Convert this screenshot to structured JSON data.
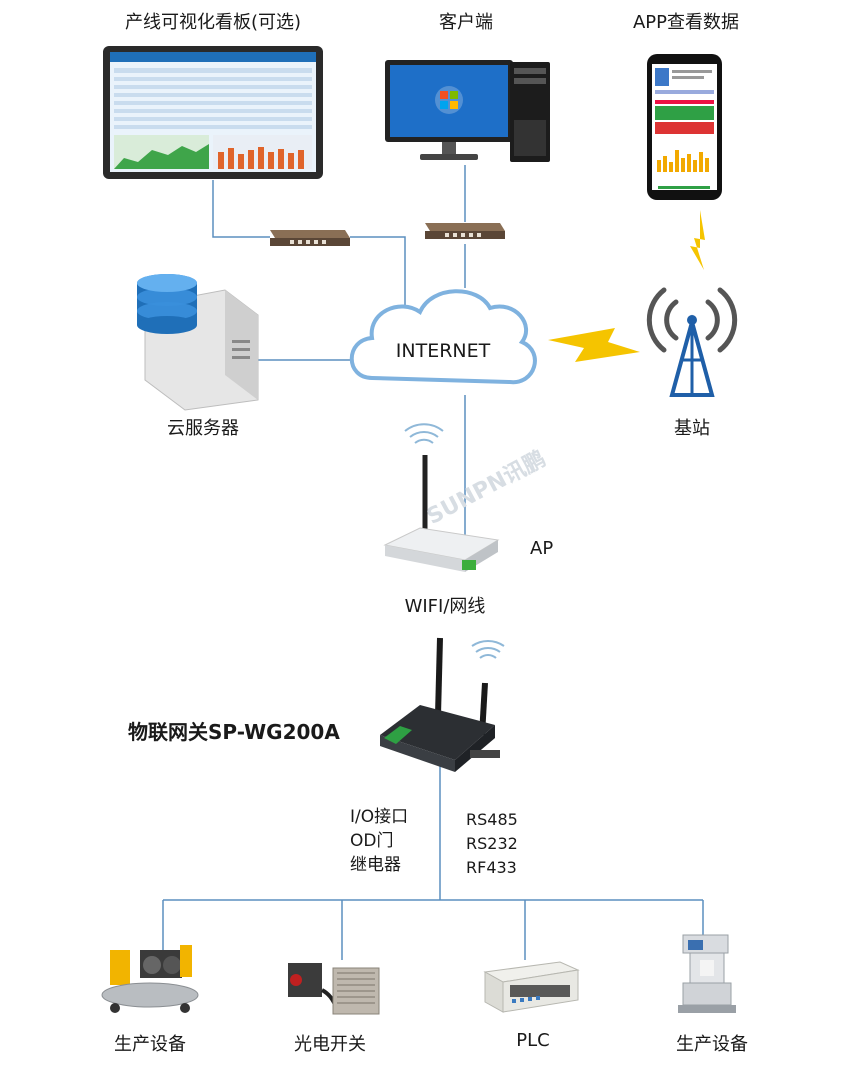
{
  "labels": {
    "kanban": "产线可视化看板(可选)",
    "client": "客户端",
    "app": "APP查看数据",
    "cloud_server": "云服务器",
    "internet": "INTERNET",
    "base_station": "基站",
    "ap": "AP",
    "wifi": "WIFI/网线",
    "gateway": "物联网关SP-WG200A",
    "io_lines": [
      "I/O接口",
      "OD门",
      "继电器"
    ],
    "serial_lines": [
      "RS485",
      "RS232",
      "RF433"
    ],
    "device1": "生产设备",
    "device2": "光电开关",
    "device3": "PLC",
    "device4": "生产设备",
    "watermark": "SUNPN讯鹏"
  },
  "colors": {
    "line": "#5b8fbf",
    "cloud": "#7fb2df",
    "bolt": "#f5c400",
    "server_blue": "#1f6fb8"
  }
}
